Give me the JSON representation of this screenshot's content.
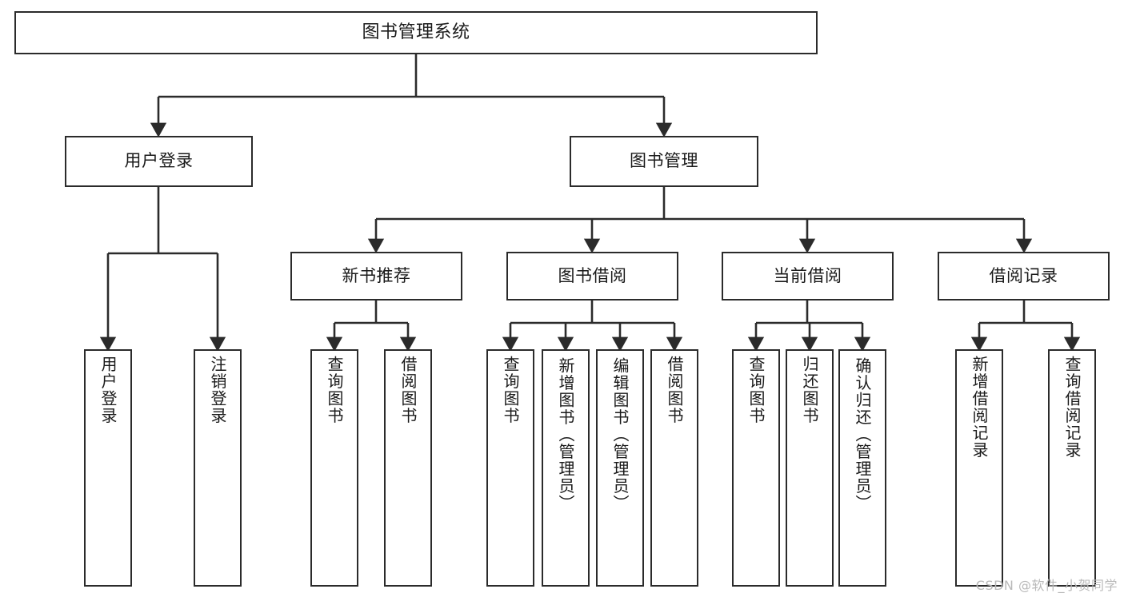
{
  "diagram": {
    "title": "图书管理系统",
    "type": "tree-hierarchy",
    "watermark": "CSDN @软件_小贺同学",
    "colors": {
      "box_border": "#2b2b2b",
      "box_fill": "#ffffff",
      "edge": "#2b2b2b",
      "text": "#1a1a1a",
      "watermark": "#b9b9b9",
      "background": "#ffffff"
    },
    "nodes": {
      "root": {
        "label": "图书管理系统"
      },
      "level2": [
        {
          "id": "user-login",
          "label": "用户登录"
        },
        {
          "id": "book-management",
          "label": "图书管理"
        }
      ],
      "level3": [
        {
          "id": "new-book-recommend",
          "label": "新书推荐"
        },
        {
          "id": "book-borrow",
          "label": "图书借阅"
        },
        {
          "id": "current-borrow",
          "label": "当前借阅"
        },
        {
          "id": "borrow-record",
          "label": "借阅记录"
        }
      ],
      "leaves": {
        "user-login": [
          {
            "id": "leaf-user-login",
            "label": "用户登录"
          },
          {
            "id": "leaf-logout-login",
            "label": "注销登录"
          }
        ],
        "new-book-recommend": [
          {
            "id": "leaf-query-book-1",
            "label": "查询图书"
          },
          {
            "id": "leaf-borrow-book-1",
            "label": "借阅图书"
          }
        ],
        "book-borrow": [
          {
            "id": "leaf-query-book-2",
            "label": "查询图书"
          },
          {
            "id": "leaf-add-book",
            "label": "新增图书（管理员）"
          },
          {
            "id": "leaf-edit-book",
            "label": "编辑图书（管理员）"
          },
          {
            "id": "leaf-borrow-book-2",
            "label": "借阅图书"
          }
        ],
        "current-borrow": [
          {
            "id": "leaf-query-book-3",
            "label": "查询图书"
          },
          {
            "id": "leaf-return-book",
            "label": "归还图书"
          },
          {
            "id": "leaf-confirm-return",
            "label": "确认归还（管理员）"
          }
        ],
        "borrow-record": [
          {
            "id": "leaf-add-borrow-record",
            "label": "新增借阅记录"
          },
          {
            "id": "leaf-query-borrow-record",
            "label": "查询借阅记录"
          }
        ]
      }
    }
  }
}
